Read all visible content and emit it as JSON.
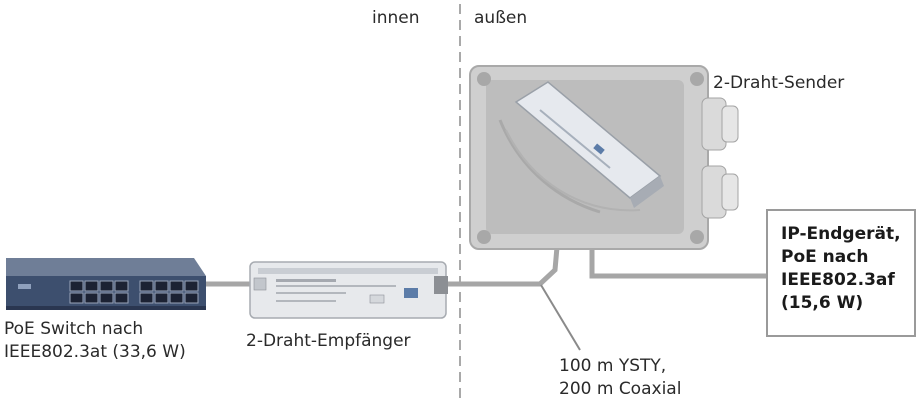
{
  "labels": {
    "innen": "innen",
    "aussen": "außen",
    "sender": "2-Draht-Sender",
    "switch_line1": "PoE Switch nach",
    "switch_line2": "IEEE802.3at (33,6 W)",
    "receiver": "2-Draht-Empfänger",
    "cable_line1": "100 m YSTY,",
    "cable_line2": "200 m Coaxial",
    "endpoint_line1": "IP-Endgerät,",
    "endpoint_line2": "PoE nach",
    "endpoint_line3": "IEEE802.3af",
    "endpoint_line4": "(15,6 W)"
  },
  "colors": {
    "divider": "#a9a9a9",
    "cable": "#a6a6a6",
    "box_border": "#9a9a9a",
    "switch_body": "#3d4f6e",
    "enclosure": "#c9c9c9"
  }
}
